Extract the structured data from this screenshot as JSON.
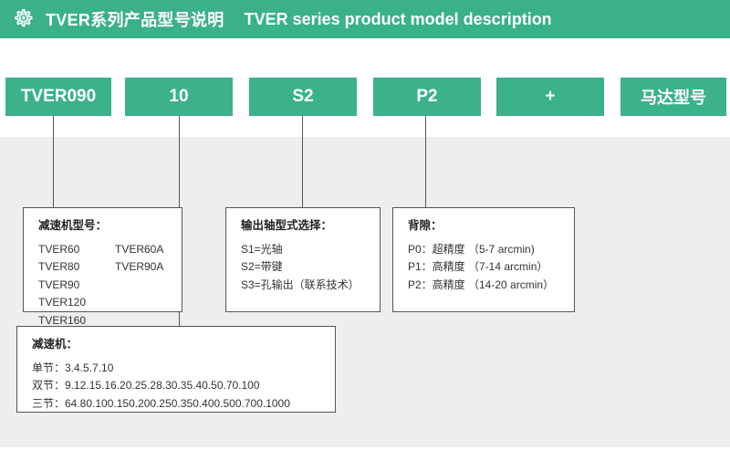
{
  "header": {
    "icon": "gear-icon",
    "title_cn": "TVER系列产品型号说明",
    "title_en": "TVER series product model description",
    "background_color": "#3ab189",
    "text_color": "#ffffff"
  },
  "colors": {
    "brand_green": "#3ab189",
    "box_green": "#3bb287",
    "page_background": "#eeeeee",
    "line_color": "#555555",
    "text_color": "#333333"
  },
  "model_code_boxes": [
    {
      "label": "TVER090",
      "is_cjk": false
    },
    {
      "label": "10",
      "is_cjk": false
    },
    {
      "label": "S2",
      "is_cjk": false
    },
    {
      "label": "P2",
      "is_cjk": false
    },
    {
      "label": "+",
      "is_cjk": false
    },
    {
      "label": "马达型号",
      "is_cjk": true
    }
  ],
  "description_boxes": {
    "gearbox_model": {
      "title": "减速机型号：",
      "rows": [
        {
          "col1": "TVER60",
          "col2": "TVER60A"
        },
        {
          "col1": "TVER80",
          "col2": "TVER90A"
        },
        {
          "col1": "TVER90",
          "col2": ""
        },
        {
          "col1": "TVER120",
          "col2": ""
        },
        {
          "col1": "TVER160",
          "col2": ""
        }
      ]
    },
    "output_shaft": {
      "title": "输出轴型式选择：",
      "lines": [
        "S1=光轴",
        "S2=带键",
        "S3=孔输出（联系技术）"
      ]
    },
    "backlash": {
      "title": "背隙：",
      "lines": [
        "P0：超精度 （5-7 arcmin)",
        "P1：高精度 （7-14 arcmin）",
        "P2：高精度 （14-20 arcmin）"
      ]
    },
    "reduction_ratio": {
      "title": "减速机：",
      "lines": [
        "单节：3.4.5.7.10",
        "双节：9.12.15.16.20.25.28.30.35.40.50.70.100",
        "三节：64.80.100.150.200.250.350.400.500.700.1000"
      ]
    }
  }
}
